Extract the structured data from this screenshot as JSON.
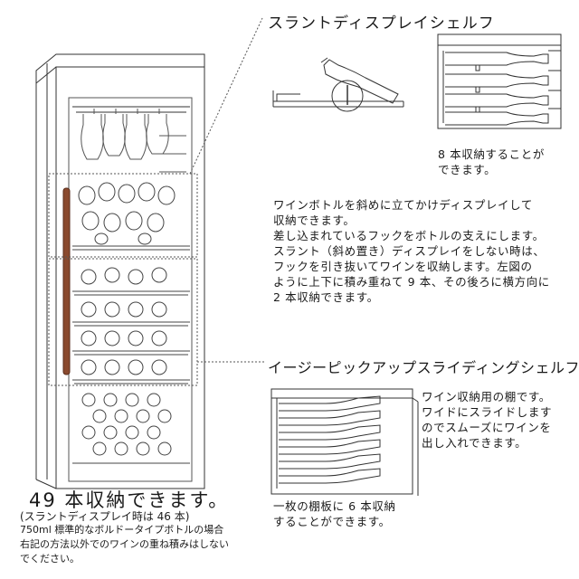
{
  "slant_shelf": {
    "title": "スラントディスプレイシェルフ",
    "capacity": [
      "8 本収納することが",
      "できます。"
    ],
    "description": [
      "ワインボトルを斜めに立てかけディスプレイして",
      "収納できます。",
      "差し込まれているフックをボトルの支えにします。",
      "スラント（斜め置き）ディスプレイをしない時は、",
      "フックを引き抜いてワインを収納します。左図の",
      "ように上下に積み重ねて 9 本、その後ろに横方向に",
      "2 本収納できます。"
    ]
  },
  "sliding_shelf": {
    "title": "イージーピックアップスライディングシェルフ",
    "description": [
      "ワイン収納用の棚です。",
      "ワイドにスライドします",
      "のでスムーズにワインを",
      "出し入れできます。"
    ],
    "capacity": [
      "一枚の棚板に 6 本収納",
      "することができます。"
    ]
  },
  "total": {
    "headline": "49 本収納できます。",
    "note": "(スラントディスプレイ時は 46 本)",
    "caution": [
      "750ml 標準的なボルドータイプボトルの場合",
      "右記の方法以外でのワインの重ね積みはしない",
      "でください。"
    ]
  }
}
